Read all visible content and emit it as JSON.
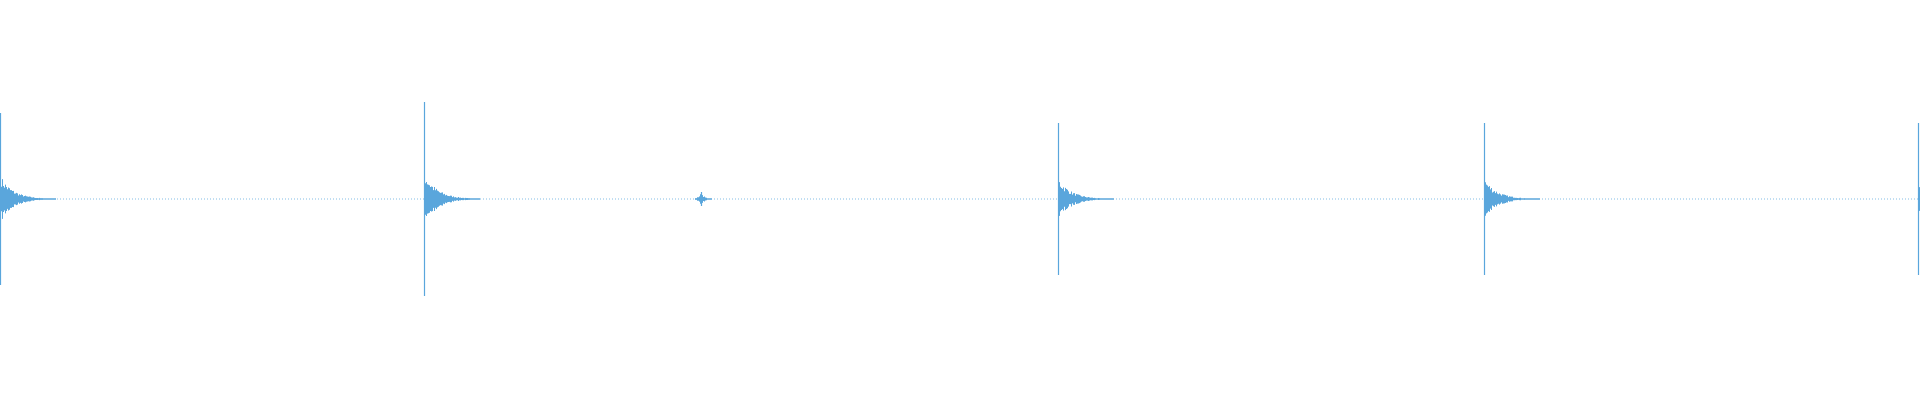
{
  "waveform": {
    "color": "#5aa6dc",
    "background": "#ffffff",
    "baseline_visible": true,
    "transients": [
      {
        "time_fraction": 0.0,
        "peak_amplitude": 0.86,
        "kind": "hit"
      },
      {
        "time_fraction": 0.221,
        "peak_amplitude": 0.97,
        "kind": "hit"
      },
      {
        "time_fraction": 0.365,
        "peak_amplitude": 0.07,
        "kind": "blip"
      },
      {
        "time_fraction": 0.551,
        "peak_amplitude": 0.76,
        "kind": "hit"
      },
      {
        "time_fraction": 0.773,
        "peak_amplitude": 0.76,
        "kind": "hit"
      },
      {
        "time_fraction": 0.999,
        "peak_amplitude": 0.76,
        "kind": "hit"
      }
    ]
  }
}
